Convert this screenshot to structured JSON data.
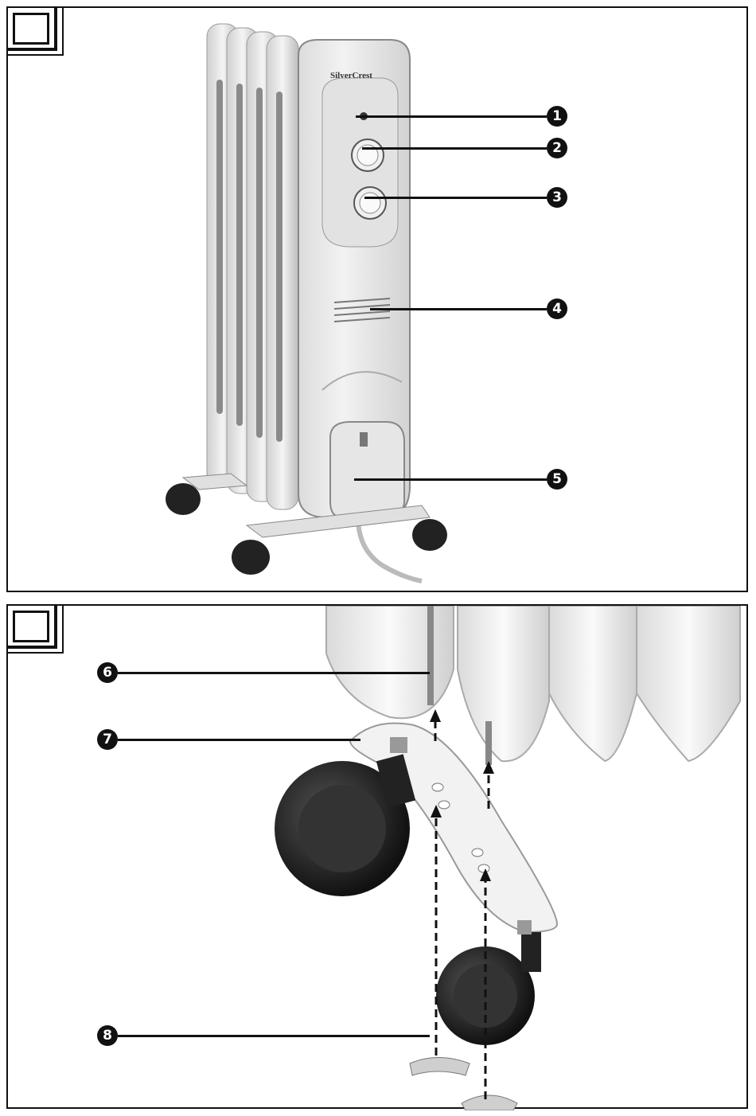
{
  "panels": [
    {
      "id": "A",
      "label": "",
      "callouts": [
        "1",
        "2",
        "3",
        "4",
        "5"
      ]
    },
    {
      "id": "B",
      "label": "",
      "callouts": [
        "6",
        "7",
        "8"
      ]
    }
  ],
  "brand": "SilverCrest",
  "colors": {
    "outline": "#111111",
    "heater_body": "#e8e8e8",
    "wheel": "#222222"
  }
}
